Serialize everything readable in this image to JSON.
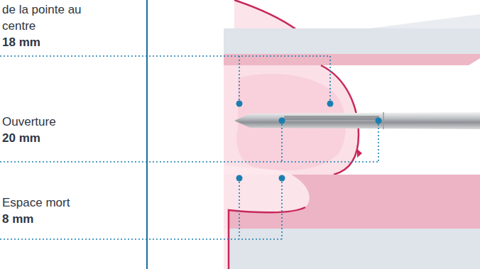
{
  "diagram": {
    "labels": [
      "de la pointe au centre",
      "18 mm",
      "Ouverture",
      "20 mm",
      "Espace mort",
      "8 mm"
    ]
  }
}
